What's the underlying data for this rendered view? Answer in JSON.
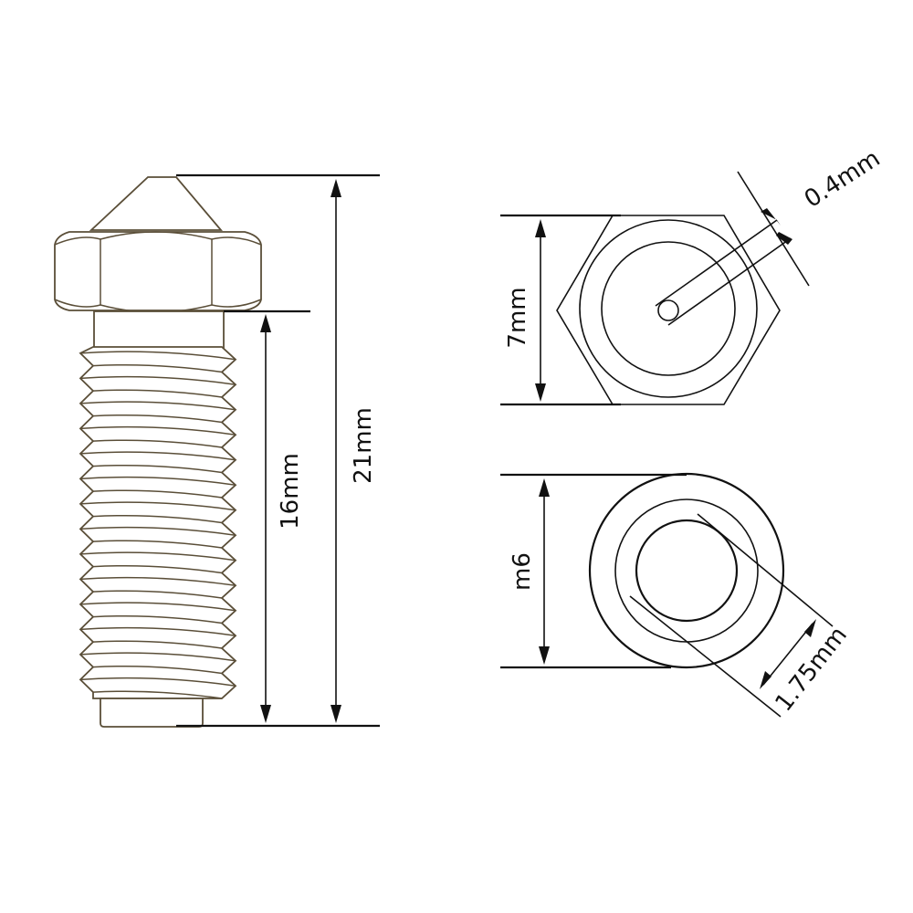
{
  "labels": {
    "total_length": "21mm",
    "thread_length": "16mm",
    "hex_width": "7mm",
    "nozzle_diameter": "0.4mm",
    "thread_size": "m6",
    "filament_diameter": "1.75mm"
  },
  "colors": {
    "outline": "#5a4e38",
    "dimension": "#111111",
    "background": "#ffffff"
  }
}
